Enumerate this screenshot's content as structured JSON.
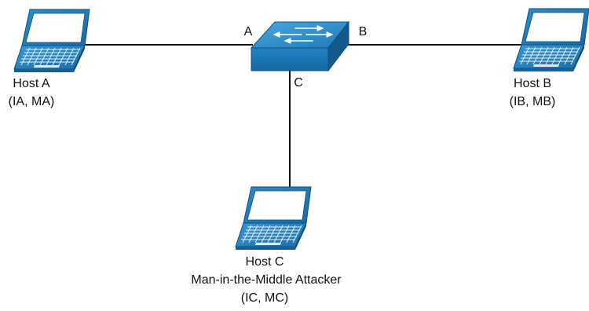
{
  "hosts": {
    "a": {
      "name": "Host A",
      "addresses": "(IA, MA)"
    },
    "b": {
      "name": "Host B",
      "addresses": "(IB, MB)"
    },
    "c": {
      "name": "Host C",
      "role": "Man-in-the-Middle Attacker",
      "addresses": "(IC, MC)"
    }
  },
  "switch_ports": {
    "a": "A",
    "b": "B",
    "c": "C"
  },
  "colors": {
    "device_blue": "#1f7ab8",
    "device_blue_light": "#3b9ad3",
    "device_blue_dark": "#125a8c",
    "cable": "#111111",
    "screen": "#ffffff"
  },
  "icons": {
    "host": "laptop-icon",
    "switch": "network-switch-icon"
  }
}
